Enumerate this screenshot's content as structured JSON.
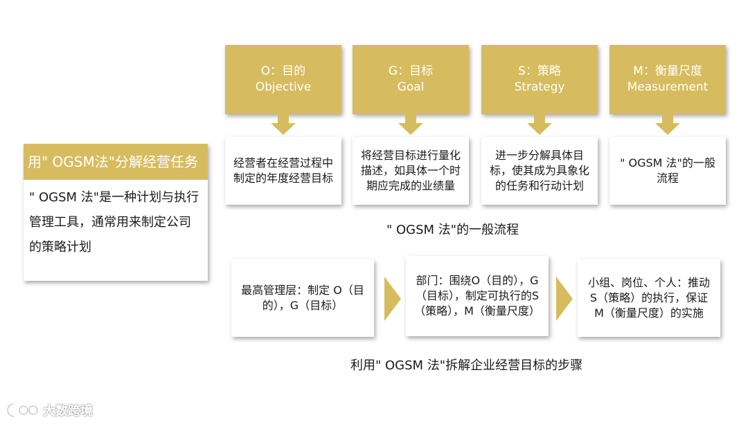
{
  "left_card": {
    "header": "用\" OGSM法\"分解经营任务",
    "body": "\" OGSM 法\"是一种计划与执行管理工具，通常用来制定公司的策略计划"
  },
  "ogsm": [
    {
      "title_cn": "O：目的",
      "title_en": "Objective",
      "desc": "经营者在经营过程中制定的年度经营目标"
    },
    {
      "title_cn": "G：目标",
      "title_en": "Goal",
      "desc": "将经营目标进行量化描述，如具体一个时期应完成的业绩量"
    },
    {
      "title_cn": "S：策略",
      "title_en": "Strategy",
      "desc": "进一步分解具体目标，使其成为具象化的任务和行动计划"
    },
    {
      "title_cn": "M：衡量尺度",
      "title_en": "Measurement",
      "desc": "\" OGSM 法\"的一般流程"
    }
  ],
  "top_caption": "\" OGSM 法\"的一般流程",
  "steps": [
    "最高管理层：制定 O（目的），G（目标）",
    "部门：围绕O（目的），G（目标），制定可执行的S（策略），M（衡量尺度）",
    "小组、岗位、个人：推动 S（策略）的执行，保证M（衡量尺度）的实施"
  ],
  "bottom_caption": "利用\" OGSM 法\"拆解企业经营目标的步骤",
  "watermark": "大数跨境",
  "colors": {
    "gold": "#d6bc5f",
    "text": "#1a1a1a",
    "white": "#ffffff"
  },
  "icons": {
    "arrow": "arrow-down-icon",
    "chevron": "chevron-right-icon",
    "logo": "logo-icon"
  }
}
